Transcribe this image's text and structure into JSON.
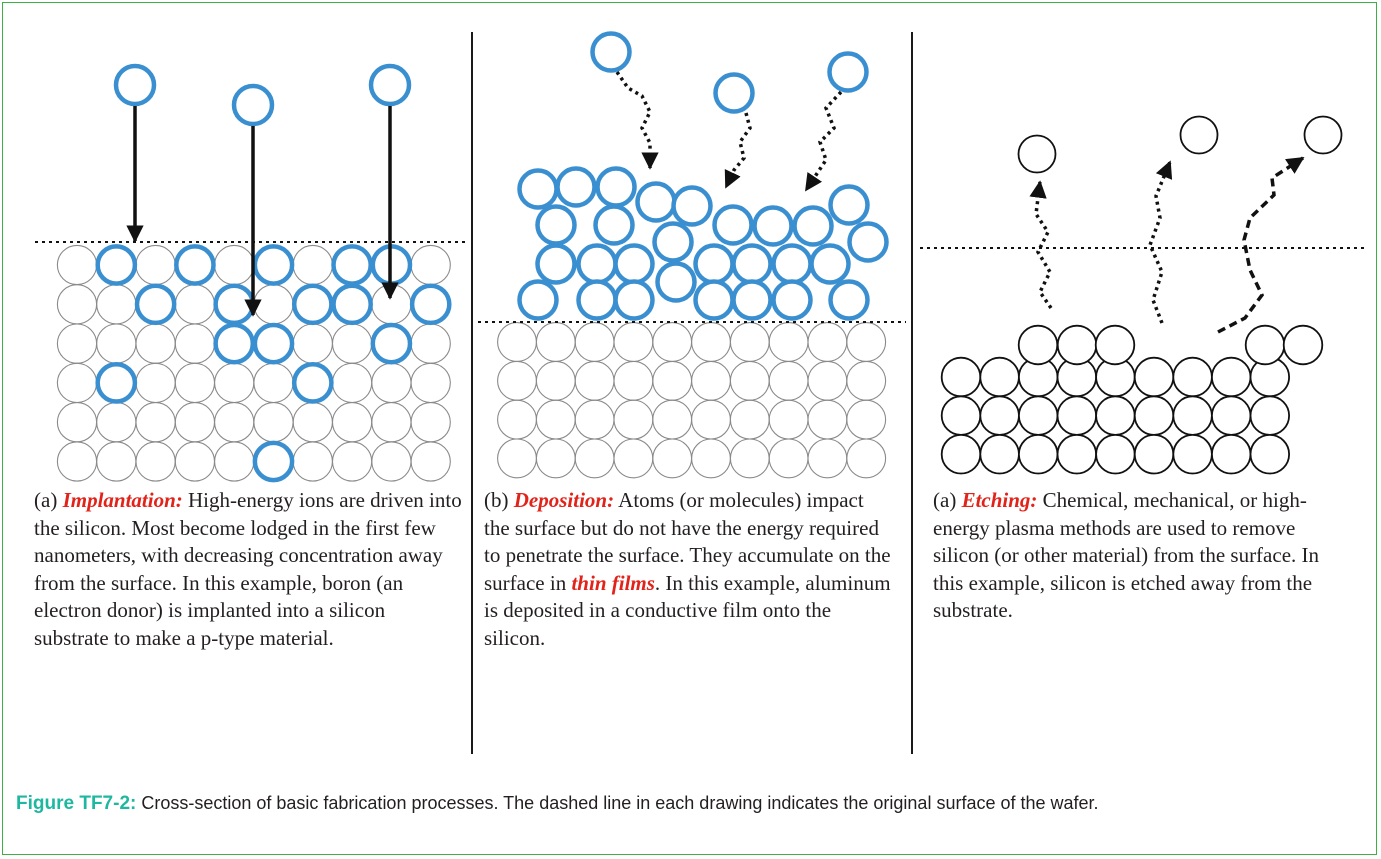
{
  "panels": [
    {
      "id": "implantation",
      "prefix": "(a) ",
      "term": "Implantation:",
      "text": " High-energy ions are driven into the silicon.  Most become lodged in the first few nanometers, with decreasing concentration away from the surface.  In this example, boron (an electron donor) is implanted into a silicon substrate to make a p-type material."
    },
    {
      "id": "deposition",
      "prefix": "(b) ",
      "term": "Deposition:",
      "text_before": " Atoms (or molecules) impact the surface but do not have the energy required to penetrate the surface.  They accumulate on the surface in ",
      "term2": "thin films",
      "text_after": ".  In this  example, aluminum is deposited in a conductive film onto the silicon."
    },
    {
      "id": "etching",
      "prefix": "(a) ",
      "term": "Etching:",
      "text": " Chemical, mechanical, or high-energy plasma methods are used to remove silicon (or other material) from the surface.  In this example, silicon is etched away from the substrate."
    }
  ],
  "figure_caption": {
    "label": "Figure TF7-2:",
    "text": " Cross-section of basic fabrication processes. The dashed line in each drawing indicates the original surface of the wafer."
  },
  "colors": {
    "accent_blue": "#3a8fd0",
    "term_red": "#e2231a",
    "label_teal": "#1eb7a0",
    "frame_green": "#3cb043"
  }
}
